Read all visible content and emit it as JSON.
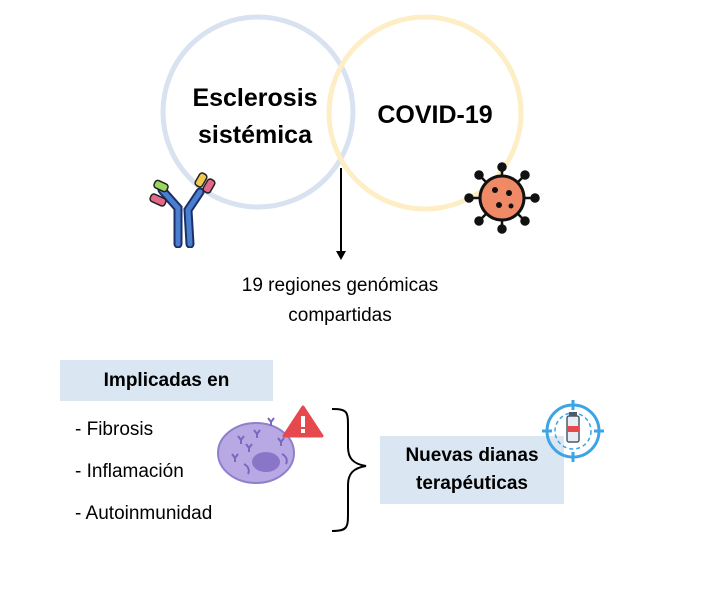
{
  "venn": {
    "left_label_line1": "Esclerosis",
    "left_label_line2": "sistémica",
    "right_label": "COVID-19",
    "left_color": "#d9e2f0",
    "right_color": "#fdeec6"
  },
  "shared": {
    "line1": "19 regiones genómicas",
    "line2": "compartidas"
  },
  "implicated": {
    "title": "Implicadas en",
    "items": [
      "- Fibrosis",
      "- Inflamación",
      "- Autoinmunidad"
    ]
  },
  "targets": {
    "line1": "Nuevas dianas",
    "line2": "terapéuticas"
  },
  "colors": {
    "box_fill": "#dae6f1",
    "virus": "#f08a66",
    "cell": "#b8a8e3",
    "warning": "#e5484d",
    "target": "#3ea4e3"
  }
}
